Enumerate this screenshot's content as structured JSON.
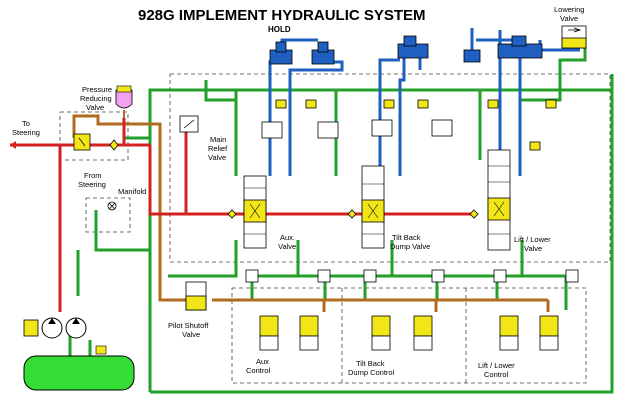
{
  "title": "928G IMPLEMENT  HYDRAULIC SYSTEM",
  "labels": {
    "hold": "HOLD",
    "lowering_valve_1": "Lowering",
    "lowering_valve_2": "Valve",
    "pressure_reducing_1": "Pressure",
    "pressure_reducing_2": "Reducing",
    "pressure_reducing_3": "Valve",
    "to_steering_1": "To",
    "to_steering_2": "Steering",
    "from_steering_1": "From",
    "from_steering_2": "Steering",
    "manifold": "Manifold",
    "main_relief_1": "Main",
    "main_relief_2": "Relief",
    "main_relief_3": "Valve",
    "aux_valve_1": "Aux.",
    "aux_valve_2": "Valve",
    "tilt_valve_1": "Tilt Back",
    "tilt_valve_2": "Dump Valve",
    "lift_valve": "Lift / Lower",
    "lift_valve_2": "Valve",
    "pilot_shutoff_1": "Pilot Shutoff",
    "pilot_shutoff_2": "Valve",
    "aux_control_1": "Aux",
    "aux_control_2": "Control",
    "tilt_control_1": "Tilt Back",
    "tilt_control_2": "Dump Control",
    "lift_control_1": "Lift / Lower",
    "lift_control_2": "Control"
  },
  "colors": {
    "supply_red": "#d42020",
    "return_green": "#22a02a",
    "cylinder_blue": "#1f5fbf",
    "pilot_brown": "#b06b1e",
    "valve_yellow": "#f2e619",
    "tank_green": "#33dd33"
  }
}
